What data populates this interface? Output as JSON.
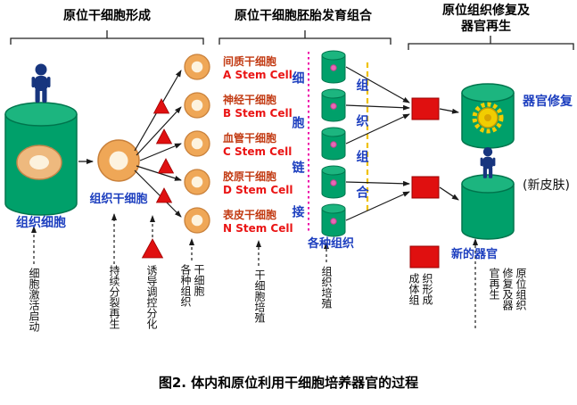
{
  "headers": {
    "left": "原位干细胞形成",
    "middle": "原位干细胞胚胎发育组合",
    "right_line1": "原位组织修复及",
    "right_line2": "器官再生"
  },
  "left_section": {
    "tissue_cells_label": "组织细胞",
    "tissue_stem_cells_label": "组织干细胞",
    "process_labels": {
      "activation": "细胞激活启动",
      "division": "持续分裂再生",
      "differentiation": "诱导调控分化",
      "various_stem_cells": "各种组织干细胞"
    }
  },
  "middle_section": {
    "stem_cells": [
      {
        "cn": "间质干细胞",
        "en": "A Stem Cell"
      },
      {
        "cn": "神经干细胞",
        "en": "B Stem Cell"
      },
      {
        "cn": "血管干细胞",
        "en": "C Stem Cell"
      },
      {
        "cn": "胶原干细胞",
        "en": "D Stem Cell"
      },
      {
        "cn": "表皮干细胞",
        "en": "N Stem Cell"
      }
    ],
    "cell_link_label": "细胞链接",
    "tissue_combine_label": "组织组合",
    "various_tissues_label": "各种组织",
    "stem_cell_culture_label": "干细胞培殖",
    "tissue_culture_label": "组织培殖"
  },
  "right_section": {
    "organ_repair_label": "器官修复",
    "new_skin_label": "(新皮肤)",
    "new_organ_label": "新的器官",
    "adult_tissue_label": "成体组织形成",
    "in_situ_label": "原位组织修复及器官再生"
  },
  "caption": "图2. 体内和原位利用干细胞培养器官的过程",
  "icons": {
    "person": "person-icon",
    "gear": "gear-icon"
  },
  "colors": {
    "cylinder_green": "#00a06a",
    "cylinder_green_light": "#1cb57f",
    "accent_red": "#e01010",
    "donut_orange": "#efa757",
    "donut_inner": "#fdf3df",
    "magenta_line": "#ee00a8",
    "yellow_line": "#efc100",
    "label_blue": "#1d3fbf",
    "cn_label_red": "#c23a12",
    "en_label_red": "#ea1414",
    "person_blue": "#17357e"
  }
}
